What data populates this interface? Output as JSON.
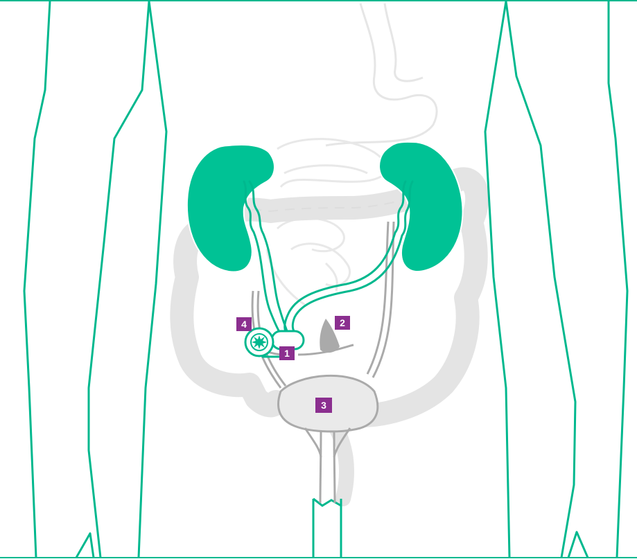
{
  "colors": {
    "organ_green": "#00c295",
    "outline_green": "#00b88e",
    "gray_organ": "#e8e8e8",
    "gray_line": "#aaaaaa",
    "label_bg": "#8b2f8f",
    "label_text": "#ffffff"
  },
  "labels": {
    "l1": "1",
    "l2": "2",
    "l3": "3",
    "l4": "4"
  }
}
